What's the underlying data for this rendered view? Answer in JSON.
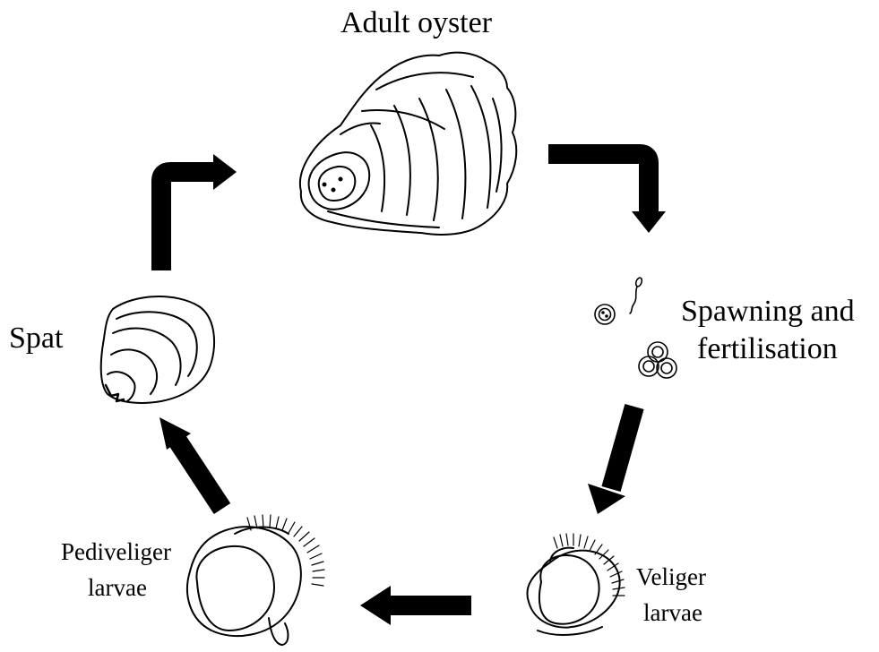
{
  "stages": {
    "adult": "Adult oyster",
    "spawning_line1": "Spawning and",
    "spawning_line2": "fertilisation",
    "veliger_line1": "Veliger",
    "veliger_line2": "larvae",
    "pediveliger_line1": "Pediveliger",
    "pediveliger_line2": "larvae",
    "spat": "Spat"
  },
  "colors": {
    "ink": "#000000",
    "background": "#ffffff"
  }
}
